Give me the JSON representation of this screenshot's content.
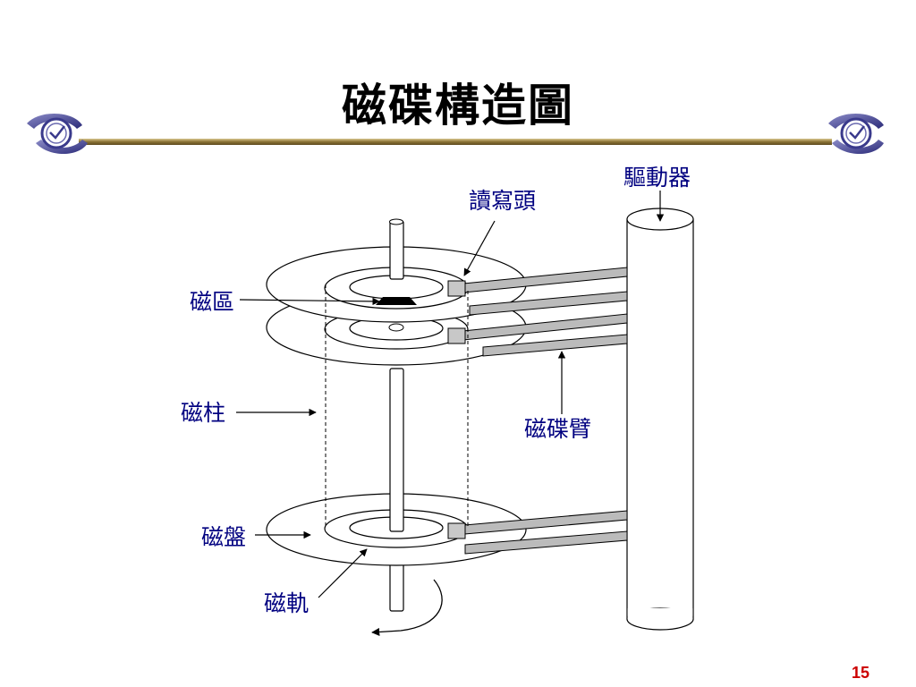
{
  "slide": {
    "title": "磁碟構造圖",
    "page_number": "15"
  },
  "labels": {
    "drive": "驅動器",
    "read_write_head": "讀寫頭",
    "sector": "磁區",
    "cylinder": "磁柱",
    "disk_arm": "磁碟臂",
    "platter": "磁盤",
    "track": "磁軌"
  },
  "colors": {
    "label": "#000080",
    "page_number": "#CC0000",
    "divider": "#8B7335",
    "logo": "#3A3A8C"
  }
}
